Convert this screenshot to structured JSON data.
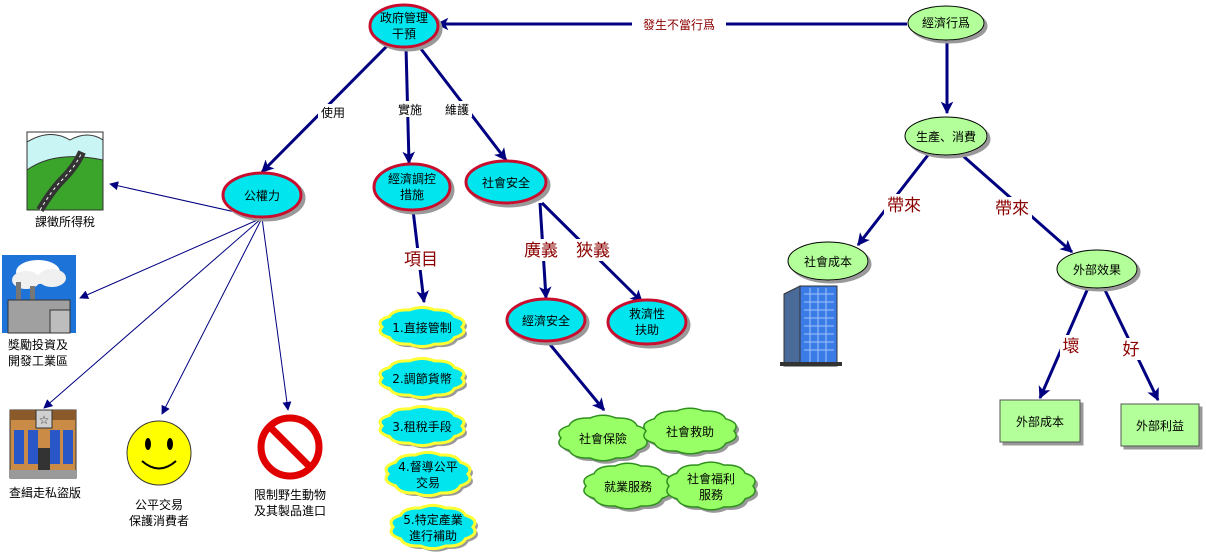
{
  "nodes": {
    "gov_intervention": [
      "政府管理",
      "干預"
    ],
    "economic_behavior": "經濟行爲",
    "production": "生產、消費",
    "social_cost": "社會成本",
    "external_effect": "外部效果",
    "external_cost": "外部成本",
    "external_benefit": "外部利益",
    "public_power": "公權力",
    "econ_control": [
      "經濟調控",
      "措施"
    ],
    "social_security": "社會安全",
    "econ_security": "經濟安全",
    "relief": [
      "救濟性",
      "扶助"
    ],
    "items": [
      [
        "1.直接管制"
      ],
      [
        "2.調節貨幣"
      ],
      [
        "3.租稅手段"
      ],
      [
        "4.督導公平",
        "交易"
      ],
      [
        "5.特定產業",
        "進行補助"
      ]
    ],
    "security_clouds": [
      [
        "社會保險"
      ],
      [
        "社會救助"
      ],
      [
        "就業服務"
      ],
      [
        "社會福利",
        "服務"
      ]
    ]
  },
  "edge_labels": {
    "improper": "發生不當行爲",
    "use": "使用",
    "implement": "實施",
    "maintain": "維護",
    "bring_left": "帶來",
    "bring_right": "帶來",
    "project": "項目",
    "broad": "廣義",
    "narrow": "狹義",
    "bad": "壞",
    "good": "好"
  },
  "captions": {
    "income_tax": "課徵所得稅",
    "industry": [
      "獎勵投資及",
      "開發工業區"
    ],
    "smuggling": "查緝走私盜版",
    "fair_trade": [
      "公平交易",
      "保護消費者"
    ],
    "wildlife": [
      "限制野生動物",
      "及其製品進口"
    ]
  },
  "colors": {
    "arrow": "#000080",
    "oval_cyan": "#00e5ee",
    "oval_green": "#b3ff99",
    "oval_red_border": "#c8102e",
    "cloud_yellow_border": "#ffff33",
    "cloud_green": "#99ff66",
    "rect_green": "#b3ff99",
    "label_red": "#8b0000"
  }
}
